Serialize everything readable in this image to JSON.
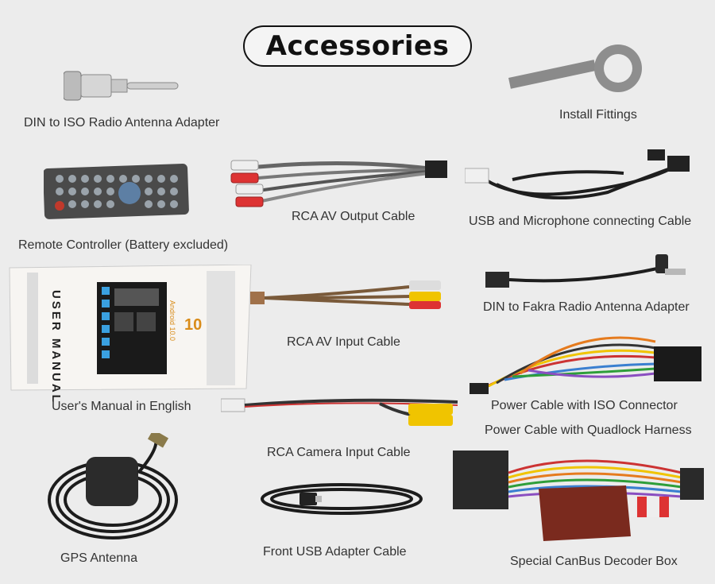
{
  "title": "Accessories",
  "items": [
    {
      "label": "DIN to ISO Radio Antenna Adapter"
    },
    {
      "label": "Install Fittings"
    },
    {
      "label": "Remote Controller (Battery excluded)"
    },
    {
      "label": "RCA AV Output Cable"
    },
    {
      "label": "USB and Microphone connecting Cable"
    },
    {
      "label": "User's Manual in English"
    },
    {
      "label": "RCA AV Input Cable"
    },
    {
      "label": "DIN to Fakra Radio Antenna Adapter"
    },
    {
      "label": "Power Cable with ISO Connector"
    },
    {
      "label": "Power Cable with Quadlock Harness"
    },
    {
      "label": "RCA Camera Input Cable"
    },
    {
      "label": "GPS Antenna"
    },
    {
      "label": "Front USB Adapter Cable"
    },
    {
      "label": "Special CanBus Decoder Box"
    }
  ],
  "manual": {
    "cover_text": "USER MANUAL",
    "version_number": "10",
    "version_label": "Android 10.0"
  }
}
